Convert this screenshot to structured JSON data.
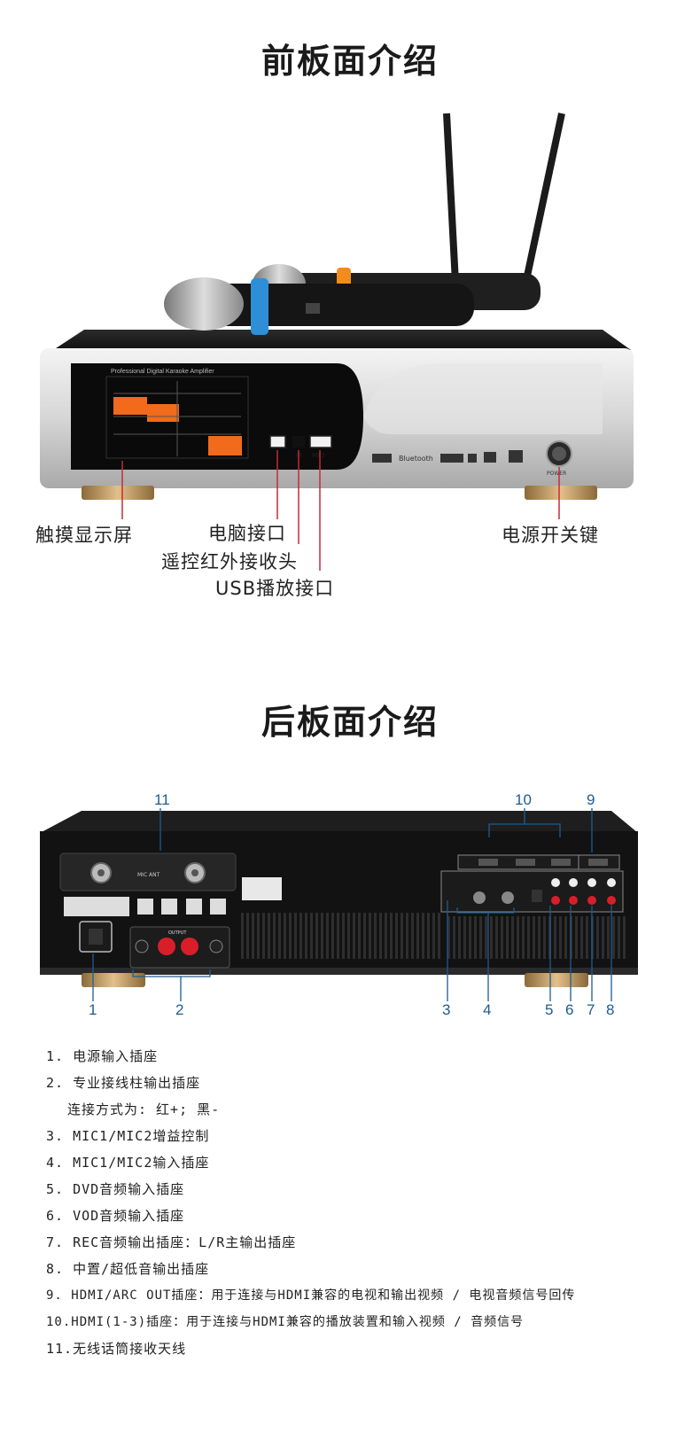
{
  "front": {
    "title": "前板面介绍",
    "screen_header": "Professional Digital Karaoke Amplifier",
    "usb_port_label": "MP3",
    "ir_label": "IR",
    "logo_bluetooth": "Bluetooth",
    "power_knob_label": "POWER",
    "callouts": {
      "touchscreen": "触摸显示屏",
      "pc_port": "电脑接口",
      "ir_receiver": "遥控红外接收头",
      "usb_port": "USB播放接口",
      "power_key": "电源开关键"
    }
  },
  "rear": {
    "title": "后板面介绍",
    "antenna_label": "MIC ANT",
    "output_label": "OUTPUT",
    "numbers": [
      "1",
      "2",
      "3",
      "4",
      "5",
      "6",
      "7",
      "8",
      "9",
      "10",
      "11"
    ]
  },
  "descriptions": [
    "1. 电源输入插座",
    "2. 专业接线柱输出插座",
    "连接方式为: 红+; 黑-",
    "3. MIC1/MIC2增益控制",
    "4. MIC1/MIC2输入插座",
    "5. DVD音频输入插座",
    "6. VOD音频输入插座",
    "7. REC音频输出插座：L/R主输出插座",
    "8. 中置/超低音输出插座",
    "9. HDMI/ARC OUT插座：用于连接与HDMI兼容的电视和输出视频 / 电视音频信号回传",
    "10.HDMI(1-3)插座：用于连接与HDMI兼容的播放装置和输入视频 / 音频信号",
    "11.无线话筒接收天线"
  ],
  "colors": {
    "callout_line": "#c8283a",
    "rear_number": "#1e5b8f",
    "accent_orange": "#f26a1b",
    "mic_blue": "#2e8fd8"
  }
}
